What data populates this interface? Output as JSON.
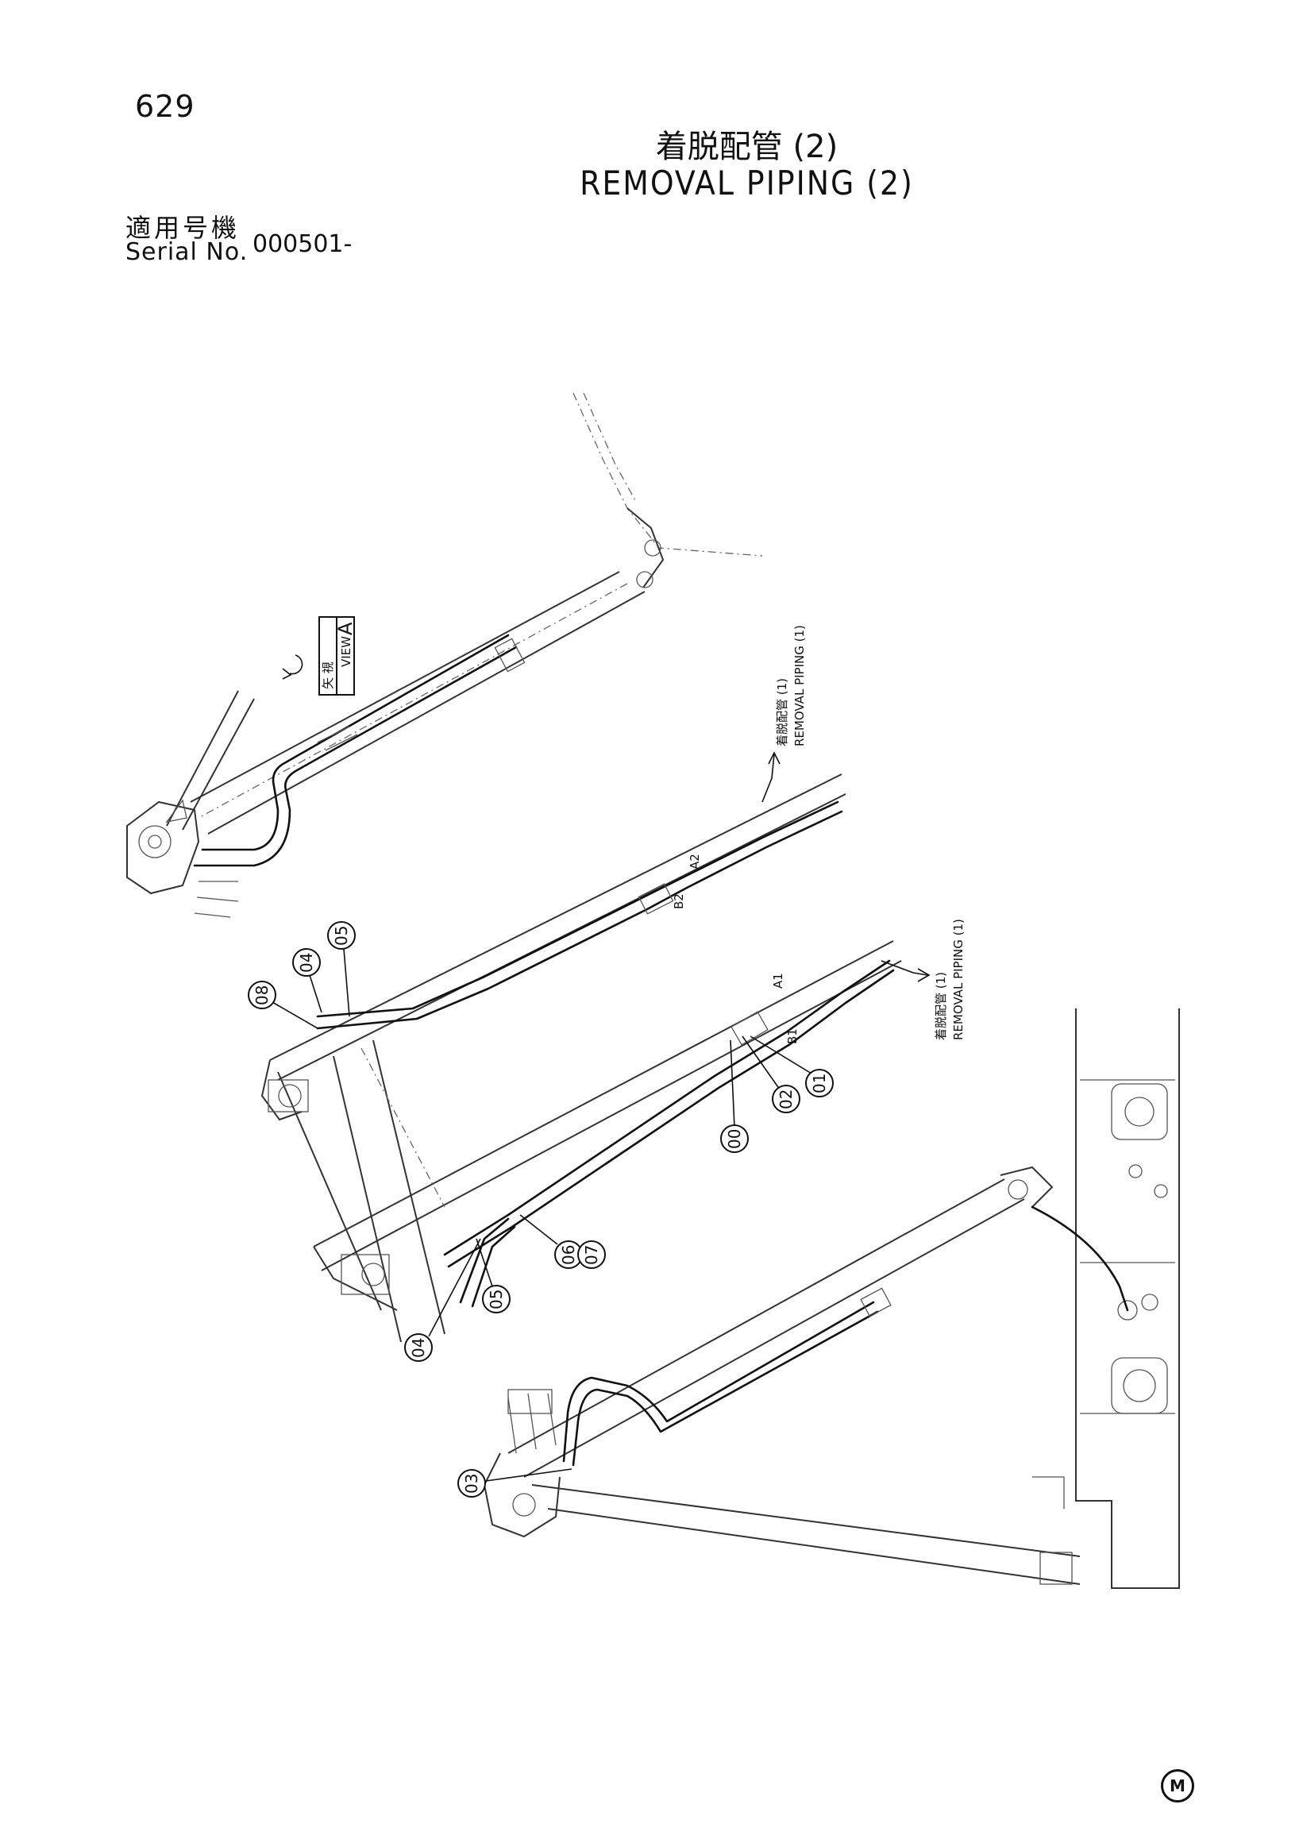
{
  "page": {
    "number": "629",
    "mark": "M"
  },
  "title": {
    "jp": "着脱配管 (2)",
    "en": "REMOVAL PIPING (2)"
  },
  "serial": {
    "label_jp": "適用号機",
    "label_en": "Serial No.",
    "value": "000501-"
  },
  "view": {
    "label_jp": "矢 視",
    "label_en": "VIEW",
    "letter": "A"
  },
  "references": [
    {
      "jp": "着脱配管 (1)",
      "en": "REMOVAL PIPING (1)"
    },
    {
      "jp": "着脱配管 (1)",
      "en": "REMOVAL PIPING (1)"
    }
  ],
  "callouts": [
    "00",
    "01",
    "02",
    "03",
    "04",
    "05",
    "06",
    "07",
    "08",
    "04",
    "05"
  ],
  "port_labels": [
    "B2",
    "A2",
    "A1",
    "B1"
  ]
}
